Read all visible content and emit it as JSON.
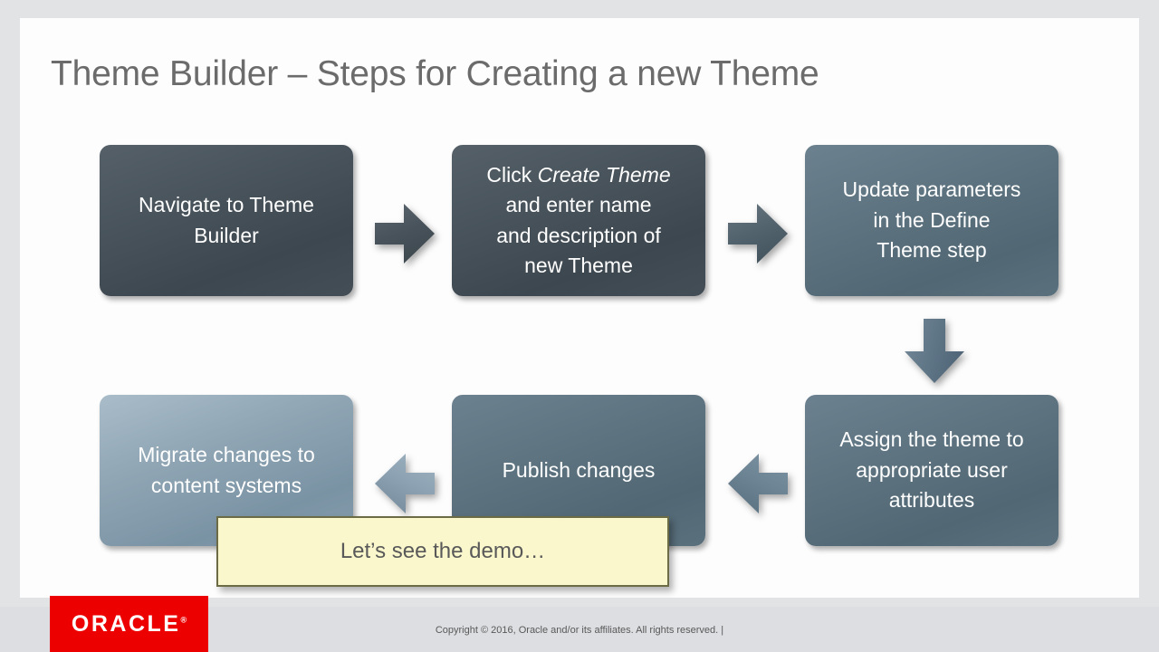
{
  "slide": {
    "title": "Theme Builder – Steps for Creating a new Theme",
    "boxes": [
      {
        "id": "box-1",
        "tone": "dark",
        "line1": "Navigate to Theme",
        "line2": "Builder",
        "name": "step-box-navigate-to-theme-builder"
      },
      {
        "id": "box-2",
        "tone": "dark",
        "line1": "Click ",
        "emphasis": "Create Theme",
        "line2": "and enter name",
        "line3": "and description of",
        "line4": "new Theme",
        "name": "step-box-click-create-theme"
      },
      {
        "id": "box-3",
        "tone": "mid",
        "line1": "Update parameters",
        "line2": "in the Define",
        "line3": "Theme step",
        "name": "step-box-update-parameters"
      },
      {
        "id": "box-4",
        "tone": "mid",
        "line1": "Assign the theme to",
        "line2": "appropriate user",
        "line3": "attributes",
        "name": "step-box-assign-theme"
      },
      {
        "id": "box-5",
        "tone": "mid",
        "line1": "Publish changes",
        "name": "step-box-publish-changes"
      },
      {
        "id": "box-6",
        "tone": "light",
        "line1": "Migrate changes to",
        "line2": "content systems",
        "name": "step-box-migrate-changes"
      }
    ],
    "arrows": [
      {
        "id": "arrow-1",
        "direction": "right",
        "color": "#49535b"
      },
      {
        "id": "arrow-2",
        "direction": "right",
        "color": "#53636e"
      },
      {
        "id": "arrow-3",
        "direction": "down",
        "color": "#5f7687"
      },
      {
        "id": "arrow-4",
        "direction": "left",
        "color": "#6c8494"
      },
      {
        "id": "arrow-5",
        "direction": "left",
        "color": "#8da2b2"
      }
    ],
    "callout": {
      "text": "Let’s see the demo…",
      "background": "#faf7cd",
      "border": "#6b6b45"
    }
  },
  "footer": {
    "logo_text": "ORACLE",
    "logo_mark": "®",
    "logo_color": "#ec0000",
    "copyright": "Copyright © 2016, Oracle and/or its affiliates. All rights reserved.  |"
  }
}
